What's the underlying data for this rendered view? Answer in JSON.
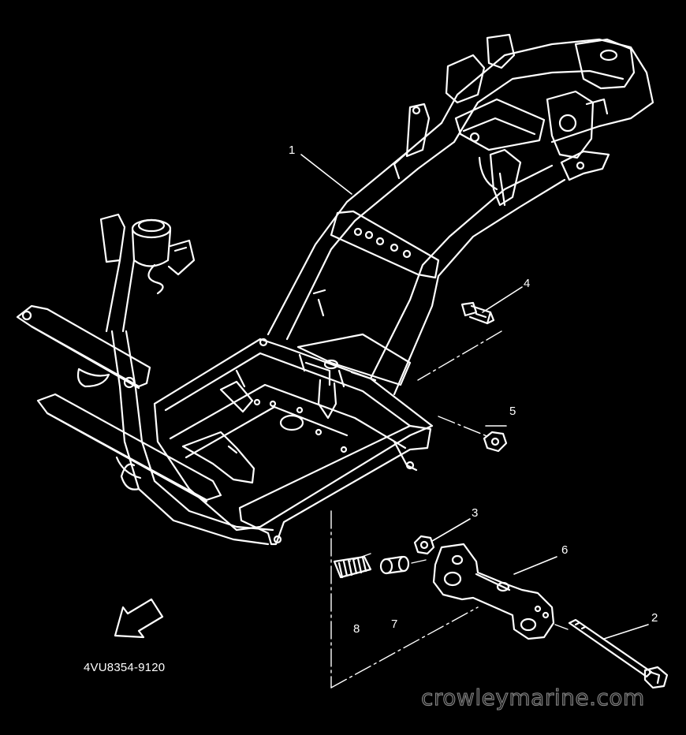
{
  "diagram": {
    "part_code": "4VU8354-9120",
    "watermark": "crowleymarine.com",
    "fwd_label": "FWD",
    "callouts": [
      "1",
      "2",
      "3",
      "4",
      "5",
      "6",
      "7",
      "8"
    ],
    "colors": {
      "background": "#000000",
      "line": "#ffffff"
    }
  }
}
